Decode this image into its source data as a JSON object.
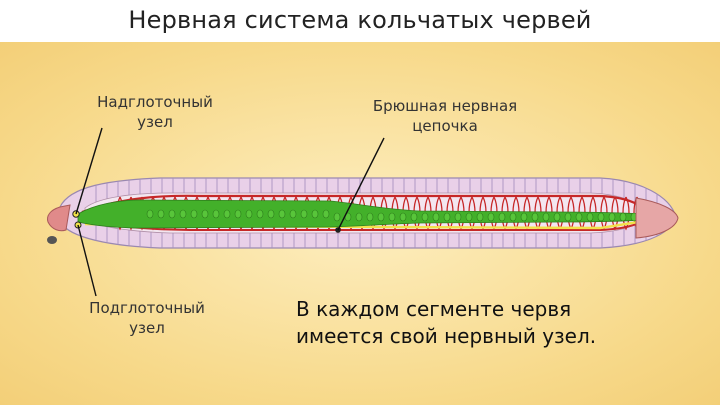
{
  "title": "Нервная система кольчатых червей",
  "labels": {
    "supraesophageal": [
      "Надглоточный",
      "узел"
    ],
    "ventral_chain": [
      "Брюшная нервная",
      "цепочка"
    ],
    "subesophageal": [
      "Подглоточный",
      "узел"
    ]
  },
  "note": [
    "В каждом сегменте червя",
    "имеется свой нервный узел."
  ],
  "colors": {
    "panel": "#f7d98a",
    "body": "#e9d0e8",
    "outline": "#9a88b0",
    "vessel": "#c62828",
    "nerve": "#43b02a",
    "yellow_line": "#f2e24a",
    "head": "#e08a8a"
  }
}
